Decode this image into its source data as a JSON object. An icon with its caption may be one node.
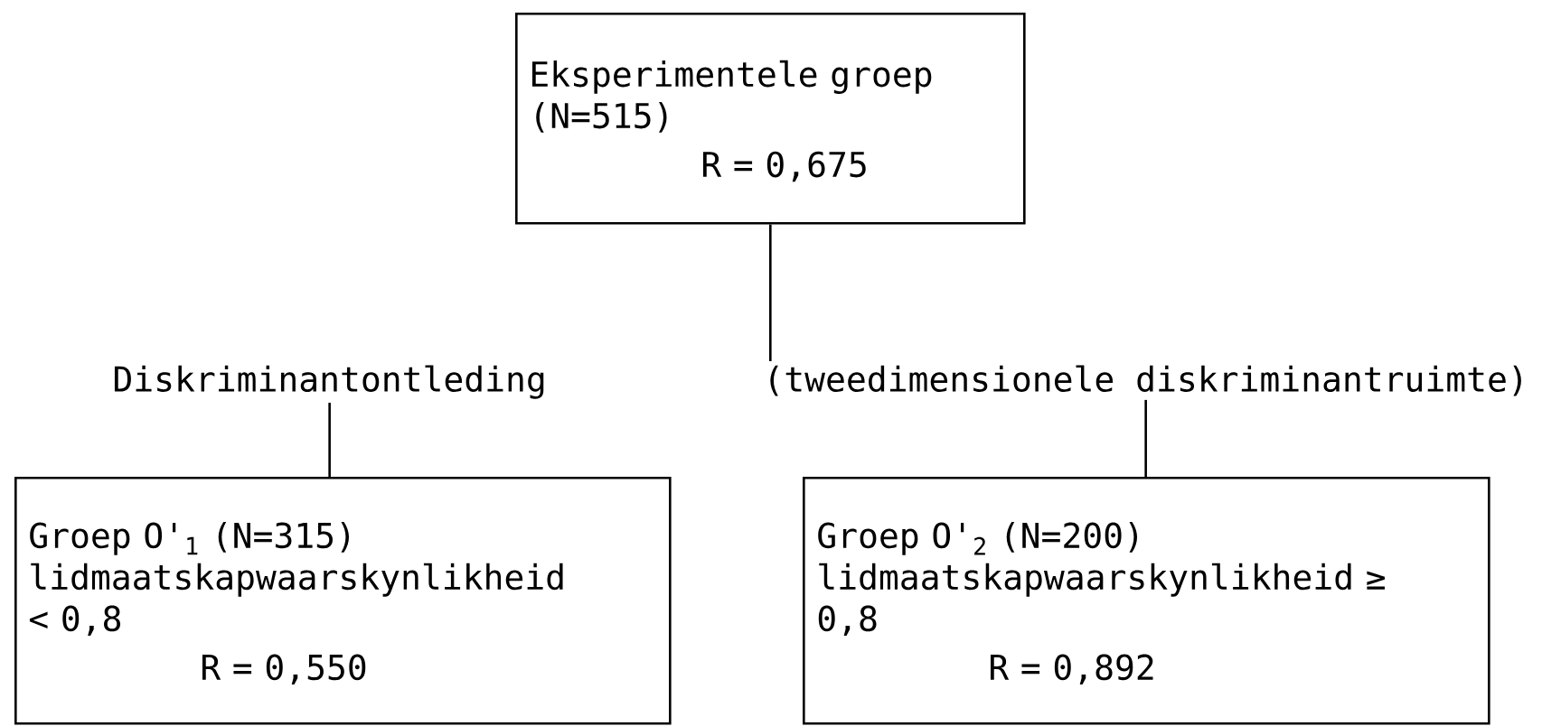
{
  "diagram": {
    "nodes": [
      {
        "text": [
          "Eksperimentele groep (N=515)",
          "R = 0,675"
        ]
      },
      {
        "text": [
          "Diskriminantontleding"
        ]
      },
      {
        "text": [
          "(tweedimensionele diskriminantruimte)"
        ]
      },
      {
        "text": [
          "Groep O'$_{1}$ (N=315) lidmaatskapwaarskynlikheid < 0,8",
          "R = 0,550"
        ]
      },
      {
        "text": [
          "Groep O'$_{2}$ (N=200) lidmaatskapwaarskynlikheid ≥ 0,8",
          "R = 0,892"
        ]
      }
    ],
    "edges": [
      {
        "from": 0,
        "to": 2,
        "arrow": "none"
      },
      {
        "from": 1,
        "to": 3,
        "arrow": "none"
      },
      {
        "from": 2,
        "to": 4,
        "arrow": "none"
      }
    ]
  }
}
